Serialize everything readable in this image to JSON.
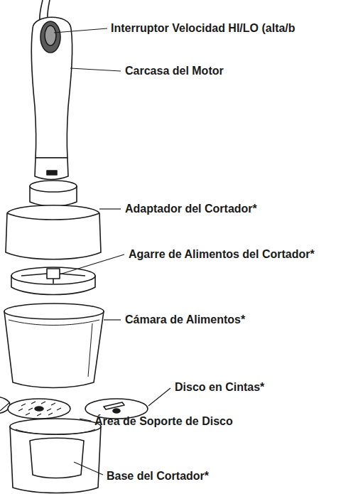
{
  "diagram": {
    "labels": [
      "Interruptor Velocidad HI/LO (alta/b",
      "Carcasa del Motor",
      "Adaptador del Cortador*",
      "Agarre de Alimentos del Cortador*",
      "Cámara de Alimentos*",
      "Disco en Cintas*",
      "Área de Soporte de Disco",
      "Base del Cortador*"
    ]
  }
}
